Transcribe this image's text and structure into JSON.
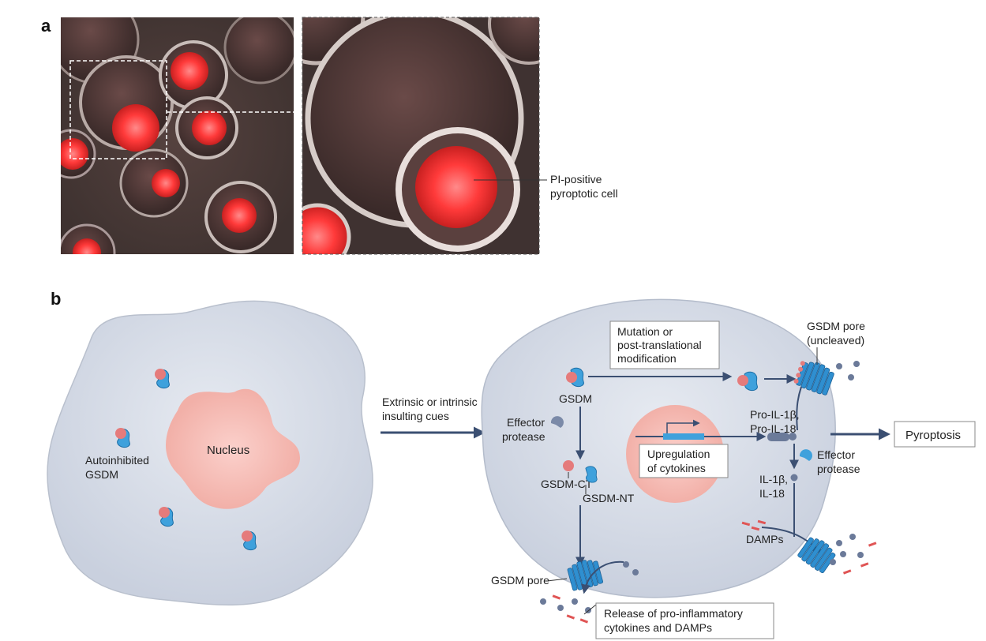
{
  "panel_a": {
    "letter": "a",
    "annotation_line1": "PI-positive",
    "annotation_line2": "pyroptotic cell"
  },
  "panel_b": {
    "letter": "b",
    "left_cell": {
      "nucleus": "Nucleus",
      "autoinhibited_line1": "Autoinhibited",
      "autoinhibited_line2": "GSDM"
    },
    "cue_line1": "Extrinsic or intrinsic",
    "cue_line2": "insulting cues",
    "mutation_box_line1": "Mutation or",
    "mutation_box_line2": "post-translational",
    "mutation_box_line3": "modification",
    "gsdm": "GSDM",
    "effector_protease_line1": "Effector",
    "effector_protease_line2": "protease",
    "gsdm_ct": "GSDM-CT",
    "gsdm_nt": "GSDM-NT",
    "upregulation_line1": "Upregulation",
    "upregulation_line2": "of cytokines",
    "pro_il_line1": "Pro-IL-1β,",
    "pro_il_line2": "Pro-IL-18",
    "effector_protease2_line1": "Effector",
    "effector_protease2_line2": "protease",
    "il_line1": "IL-1β,",
    "il_line2": "IL-18",
    "damps": "DAMPs",
    "gsdm_pore_uncleaved_line1": "GSDM pore",
    "gsdm_pore_uncleaved_line2": "(uncleaved)",
    "gsdm_pore": "GSDM pore",
    "release_line1": "Release of pro-inflammatory",
    "release_line2": "cytokines and DAMPs",
    "pyroptosis": "Pyroptosis"
  },
  "colors": {
    "cell_fill": "#d6dbe6",
    "nucleus_fill": "#f6bcb6",
    "gsdm_blue": "#3fa1dc",
    "gsdm_pink": "#e57b7b",
    "arrow": "#3b4f72",
    "damp_red": "#e05555"
  }
}
